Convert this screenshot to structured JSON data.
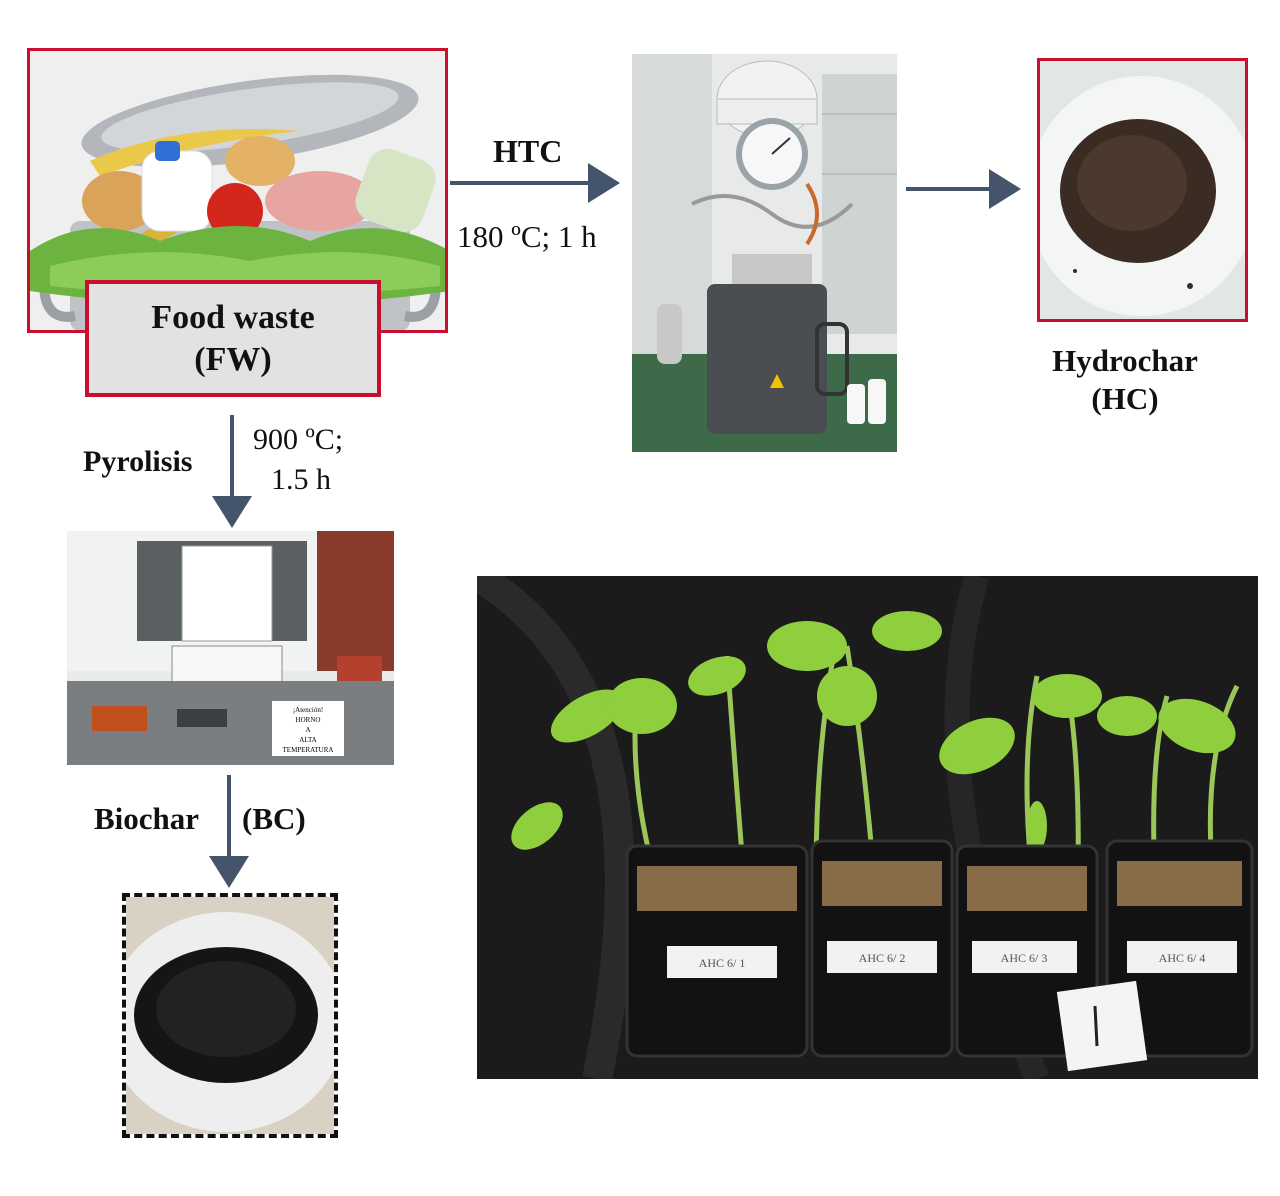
{
  "food_waste": {
    "line1": "Food waste",
    "line2": "(FW)"
  },
  "htc": {
    "label": "HTC",
    "conditions": "180 ºC; 1 h"
  },
  "hydrochar": {
    "line1": "Hydrochar",
    "line2": "(HC)"
  },
  "pyrolysis": {
    "label": "Pyrolisis",
    "conditions_line1": "900 ºC;",
    "conditions_line2": "1.5 h"
  },
  "biochar": {
    "label": "Biochar",
    "abbr": "(BC)"
  },
  "furnace_sign": {
    "l1": "¡Atención!",
    "l2": "HORNO",
    "l3": "A",
    "l4": "ALTA",
    "l5": "TEMPERATURA"
  },
  "pot_labels": [
    "AHC 6/ 1",
    "AHC 6/ 2",
    "AHC 6/ 3",
    "AHC 6/ 4"
  ],
  "colors": {
    "frame_red": "#c8102e",
    "arrow": "#44546a"
  }
}
